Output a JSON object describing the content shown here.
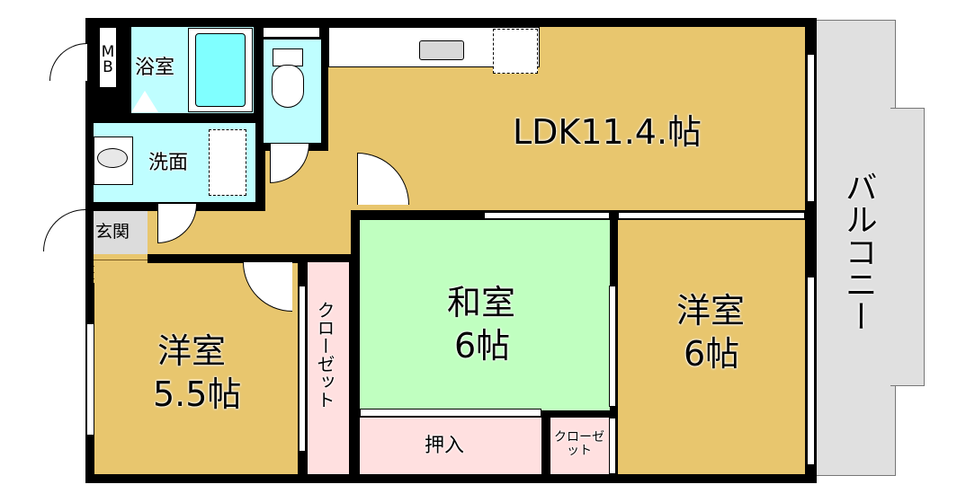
{
  "floor_plan": {
    "rooms": {
      "mb": "MB",
      "bath": "浴室",
      "washroom": "洗面",
      "entrance": "玄関",
      "ldk": "LDK11.4.帖",
      "japanese_room": {
        "name": "和室",
        "size": "6帖"
      },
      "western_room_right": {
        "name": "洋室",
        "size": "6帖"
      },
      "western_room_left": {
        "name": "洋室",
        "size": "5.5帖"
      },
      "closet_vertical": "クローゼット",
      "oshiire": "押入",
      "closet_small": "クローゼット",
      "balcony": "バルコニー"
    },
    "colors": {
      "wood_floor": "#e8c66e",
      "wet_area": "#bffeff",
      "tatami": "#c0ffc0",
      "storage": "#ffe0e0",
      "balcony": "#e0e0e0"
    }
  }
}
